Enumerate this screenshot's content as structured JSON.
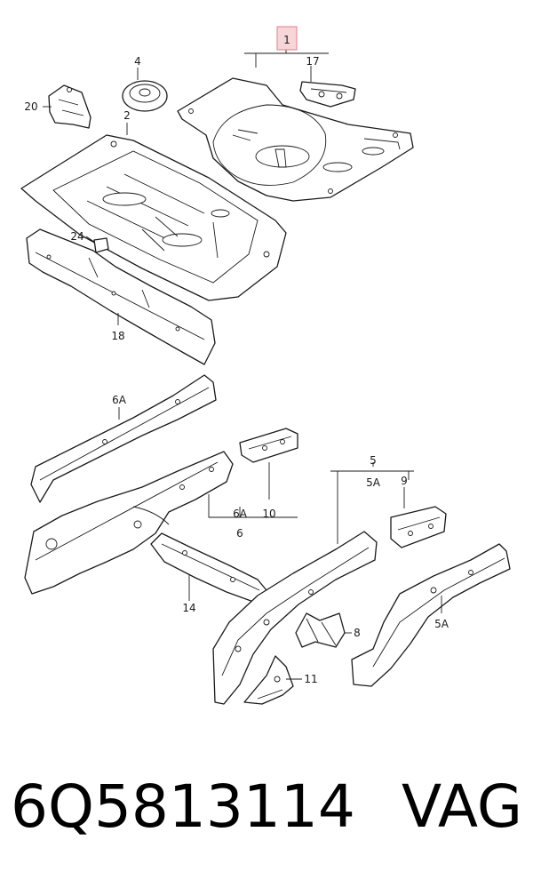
{
  "diagram": {
    "callouts": {
      "c1": "1",
      "c2": "2",
      "c4": "4",
      "c5": "5",
      "c5A_top": "5A",
      "c5A_right": "5A",
      "c6": "6",
      "c6A_top": "6A",
      "c6A_mid": "6A",
      "c8": "8",
      "c9": "9",
      "c10": "10",
      "c11": "11",
      "c14": "14",
      "c17": "17",
      "c18": "18",
      "c20": "20",
      "c24": "24"
    },
    "highlight_color": "#f6d6d8"
  },
  "caption": {
    "part_number": "6Q5813114",
    "brand": "VAG"
  }
}
